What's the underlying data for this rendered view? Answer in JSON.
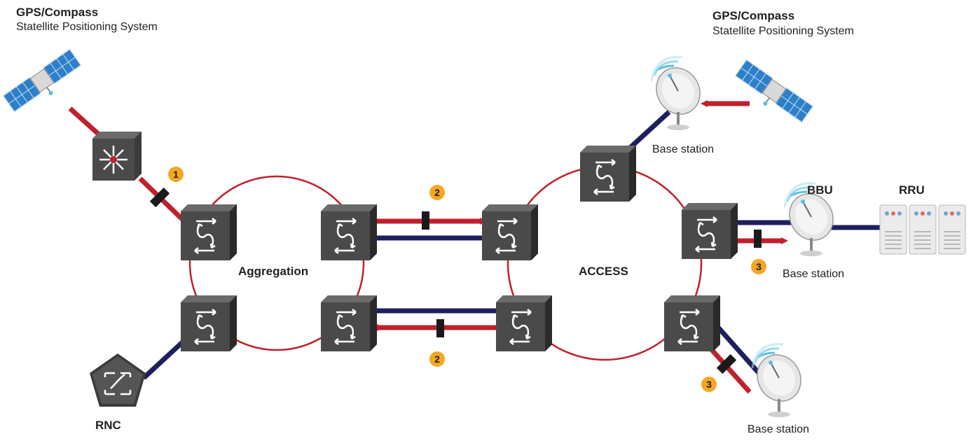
{
  "labels": {
    "gps_left_title": "GPS/Compass",
    "gps_left_sub": "Statellite Positioning System",
    "gps_right_title": "GPS/Compass",
    "gps_right_sub": "Statellite Positioning System",
    "aggregation": "Aggregation",
    "access": "ACCESS",
    "rnc": "RNC",
    "bbu": "BBU",
    "rru": "RRU",
    "base_station_top": "Base station",
    "base_station_mid": "Base station",
    "base_station_bottom": "Base station"
  },
  "badges": {
    "b1": "1",
    "b2_top": "2",
    "b2_bottom": "2",
    "b3_mid": "3",
    "b3_bottom": "3"
  },
  "colors": {
    "ring": "#c0202c",
    "link_red": "#c0202c",
    "link_navy": "#1e1f5c",
    "router": "#4a4a4a",
    "badge": "#f5a623"
  },
  "icons": [
    "satellite-icon",
    "gps-clock-server-icon",
    "router-icon",
    "rnc-icon",
    "satellite-dish-icon",
    "rru-server-icon"
  ]
}
